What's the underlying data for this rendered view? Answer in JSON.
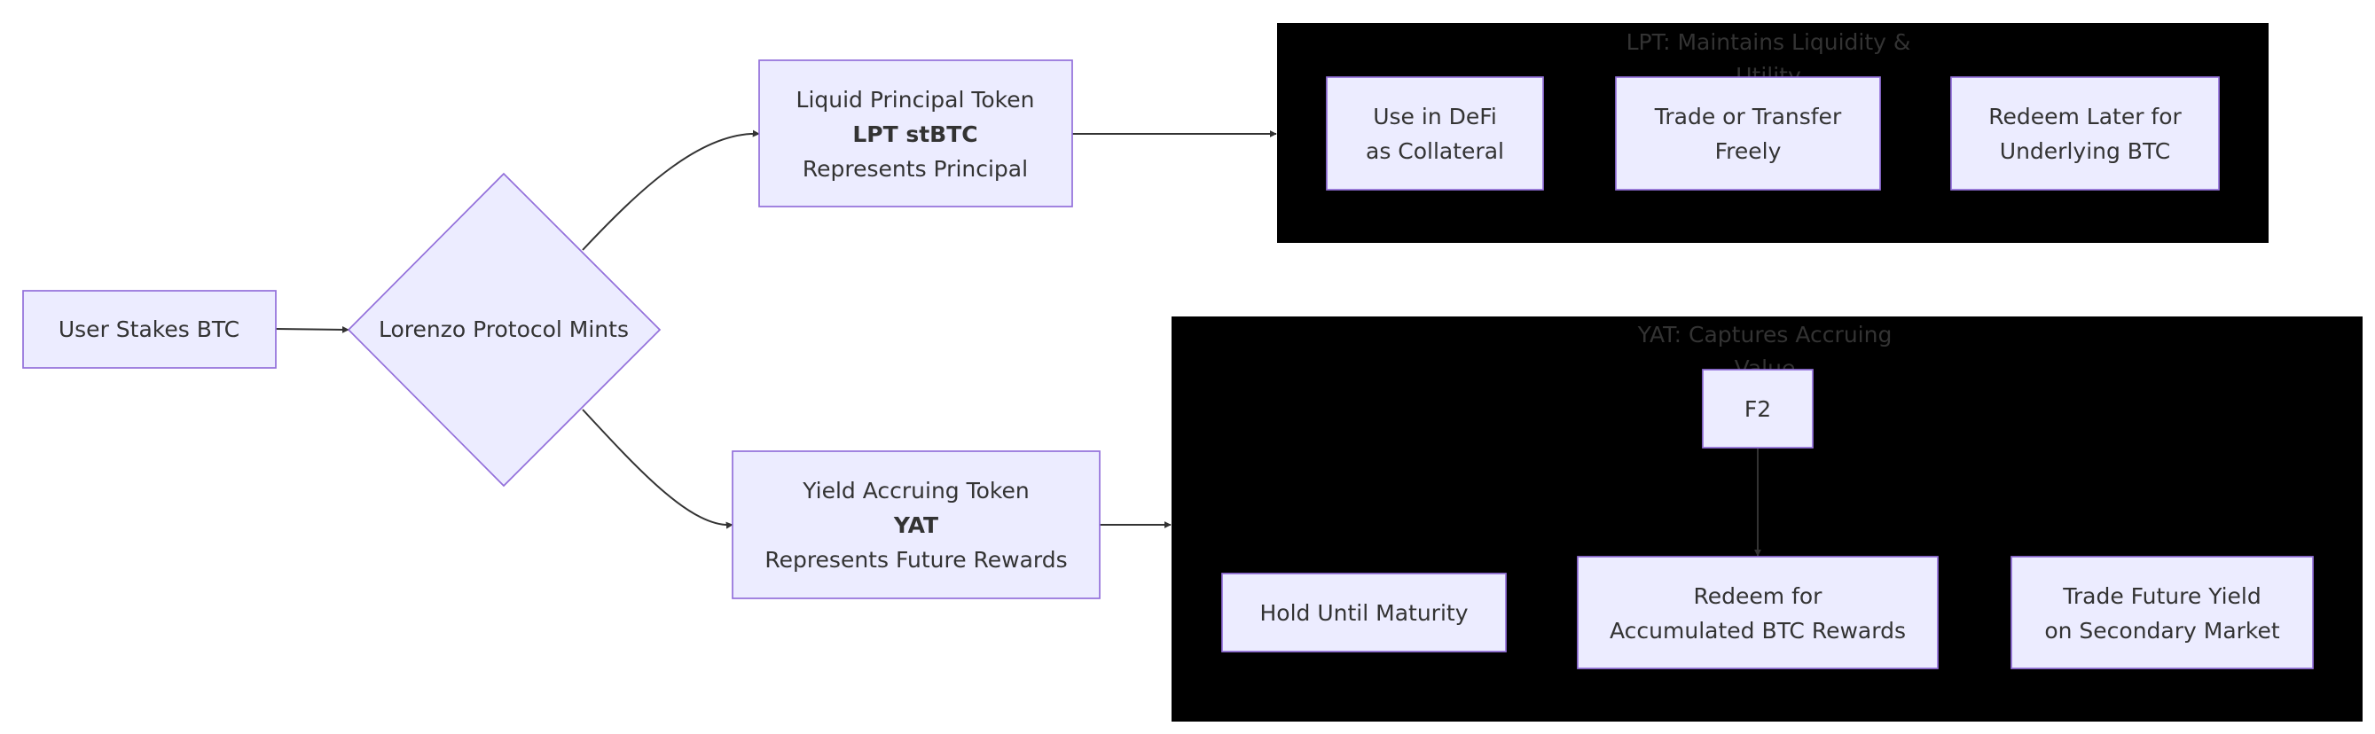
{
  "nodes": {
    "user_stakes": "User Stakes BTC",
    "lorenzo_mints": "Lorenzo Protocol Mints",
    "lpt": {
      "line1": "Liquid Principal Token",
      "line2": "LPT stBTC",
      "line3": "Represents Principal"
    },
    "yat": {
      "line1": "Yield Accruing Token",
      "line2": "YAT",
      "line3": "Represents Future Rewards"
    }
  },
  "clusters": {
    "lpt": {
      "title_line1": "LPT: Maintains Liquidity &",
      "title_line2": "Utility",
      "items": [
        {
          "line1": "Use in DeFi",
          "line2": "as Collateral"
        },
        {
          "line1": "Trade or Transfer",
          "line2": "Freely"
        },
        {
          "line1": "Redeem Later for",
          "line2": "Underlying BTC"
        }
      ]
    },
    "yat": {
      "title_line1": "YAT: Captures Accruing",
      "title_line2": "Value",
      "f2": "F2",
      "items": [
        {
          "line1": "Hold Until Maturity"
        },
        {
          "line1": "Redeem for",
          "line2": "Accumulated BTC Rewards"
        },
        {
          "line1": "Trade Future Yield",
          "line2": "on Secondary Market"
        }
      ]
    }
  },
  "colors": {
    "node_fill": "#ECECFF",
    "node_stroke": "#9370DB",
    "cluster_fill": "#FFFFDE",
    "cluster_stroke": "#AAAA33",
    "edge": "#333333"
  }
}
